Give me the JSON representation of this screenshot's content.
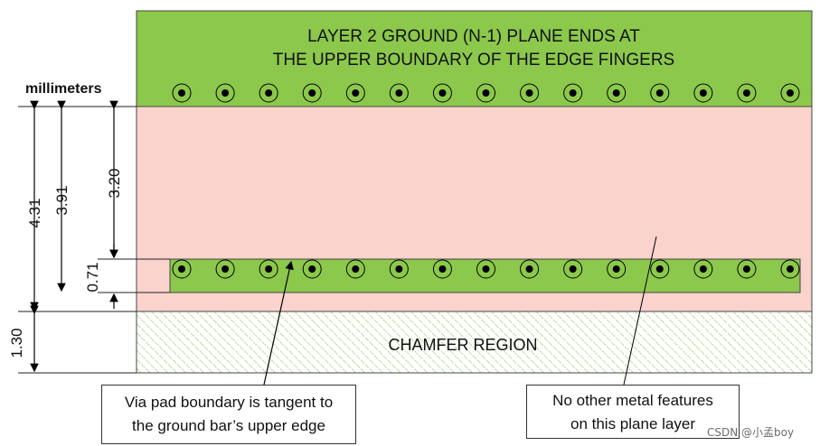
{
  "top_plane": {
    "line1": "LAYER 2 GROUND (N-1) PLANE ENDS AT",
    "line2": "THE UPPER BOUNDARY OF THE EDGE FINGERS",
    "fill": "#8cc84b",
    "via_count": 15
  },
  "units_label": "millimeters",
  "dimensions": {
    "d431": "4.31",
    "d391": "3.91",
    "d320": "3.20",
    "d071": "0.71",
    "d130": "1.30"
  },
  "middle_region_fill": "#f9d3cc",
  "ground_bar": {
    "fill": "#8cc84b",
    "via_count": 15
  },
  "chamfer": {
    "label": "CHAMFER REGION",
    "hatch_color": "#8cc84b"
  },
  "notes": {
    "left": [
      "Via pad boundary is tangent to",
      "the ground bar’s upper edge"
    ],
    "right": [
      "No other metal features",
      "on this plane layer"
    ]
  },
  "watermark": "CSDN @小孟boy"
}
